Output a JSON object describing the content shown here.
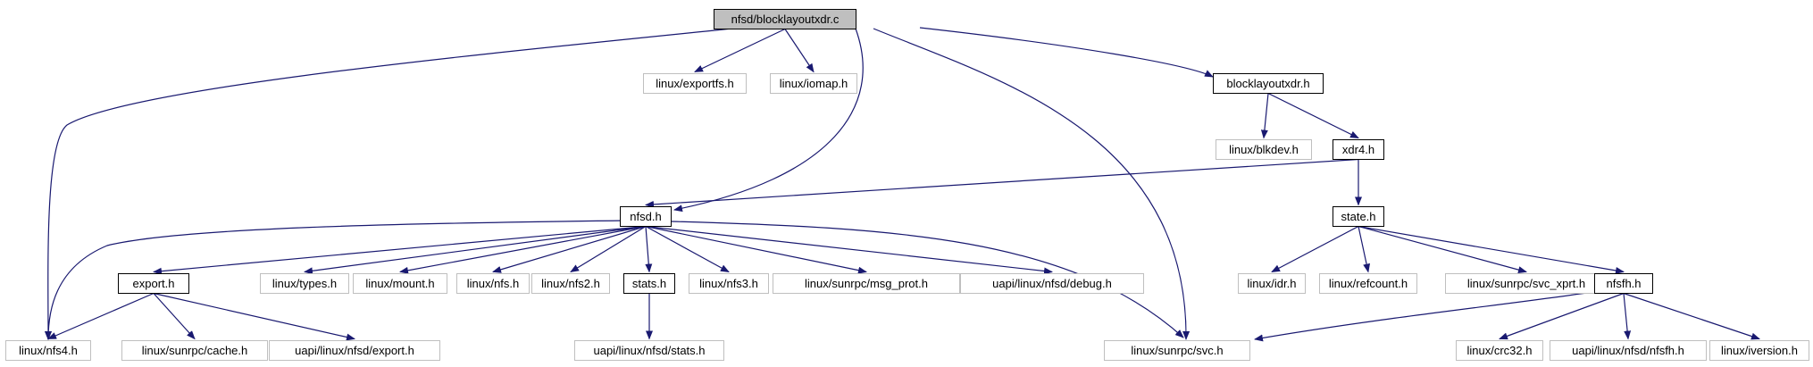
{
  "colors": {
    "edge": "#191970",
    "ext_border": "#bfbfbf",
    "root_fill": "#bfbfbf",
    "solid_border": "#000000"
  },
  "nodes": [
    {
      "id": "root",
      "label": "nfsd/blocklayoutxdr.c",
      "kind": "root"
    },
    {
      "id": "exportfs",
      "label": "linux/exportfs.h",
      "kind": "ext"
    },
    {
      "id": "iomap",
      "label": "linux/iomap.h",
      "kind": "ext"
    },
    {
      "id": "blocklayoutxdr_h",
      "label": "blocklayoutxdr.h",
      "kind": "solid"
    },
    {
      "id": "blkdev",
      "label": "linux/blkdev.h",
      "kind": "ext"
    },
    {
      "id": "xdr4",
      "label": "xdr4.h",
      "kind": "solid"
    },
    {
      "id": "nfsd_h",
      "label": "nfsd.h",
      "kind": "solid"
    },
    {
      "id": "state",
      "label": "state.h",
      "kind": "solid"
    },
    {
      "id": "export",
      "label": "export.h",
      "kind": "solid"
    },
    {
      "id": "types",
      "label": "linux/types.h",
      "kind": "ext"
    },
    {
      "id": "mount",
      "label": "linux/mount.h",
      "kind": "ext"
    },
    {
      "id": "nfs",
      "label": "linux/nfs.h",
      "kind": "ext"
    },
    {
      "id": "nfs2",
      "label": "linux/nfs2.h",
      "kind": "ext"
    },
    {
      "id": "stats",
      "label": "stats.h",
      "kind": "solid"
    },
    {
      "id": "nfs3",
      "label": "linux/nfs3.h",
      "kind": "ext"
    },
    {
      "id": "msgprot",
      "label": "linux/sunrpc/msg_prot.h",
      "kind": "ext"
    },
    {
      "id": "debug",
      "label": "uapi/linux/nfsd/debug.h",
      "kind": "ext"
    },
    {
      "id": "idr",
      "label": "linux/idr.h",
      "kind": "ext"
    },
    {
      "id": "refcount",
      "label": "linux/refcount.h",
      "kind": "ext"
    },
    {
      "id": "svcxprt",
      "label": "linux/sunrpc/svc_xprt.h",
      "kind": "ext"
    },
    {
      "id": "nfsfh",
      "label": "nfsfh.h",
      "kind": "solid"
    },
    {
      "id": "nfs4",
      "label": "linux/nfs4.h",
      "kind": "ext"
    },
    {
      "id": "cache",
      "label": "linux/sunrpc/cache.h",
      "kind": "ext"
    },
    {
      "id": "uexport",
      "label": "uapi/linux/nfsd/export.h",
      "kind": "ext"
    },
    {
      "id": "ustats",
      "label": "uapi/linux/nfsd/stats.h",
      "kind": "ext"
    },
    {
      "id": "svc",
      "label": "linux/sunrpc/svc.h",
      "kind": "ext"
    },
    {
      "id": "crc32",
      "label": "linux/crc32.h",
      "kind": "ext"
    },
    {
      "id": "unfsfh",
      "label": "uapi/linux/nfsd/nfsfh.h",
      "kind": "ext"
    },
    {
      "id": "iversion",
      "label": "linux/iversion.h",
      "kind": "ext"
    }
  ],
  "edges": [
    [
      "root",
      "nfs4"
    ],
    [
      "root",
      "exportfs"
    ],
    [
      "root",
      "iomap"
    ],
    [
      "root",
      "nfsd_h"
    ],
    [
      "root",
      "svc"
    ],
    [
      "root",
      "blocklayoutxdr_h"
    ],
    [
      "blocklayoutxdr_h",
      "blkdev"
    ],
    [
      "blocklayoutxdr_h",
      "xdr4"
    ],
    [
      "xdr4",
      "nfsd_h"
    ],
    [
      "xdr4",
      "state"
    ],
    [
      "nfsd_h",
      "nfs4"
    ],
    [
      "nfsd_h",
      "export"
    ],
    [
      "nfsd_h",
      "types"
    ],
    [
      "nfsd_h",
      "mount"
    ],
    [
      "nfsd_h",
      "nfs"
    ],
    [
      "nfsd_h",
      "nfs2"
    ],
    [
      "nfsd_h",
      "stats"
    ],
    [
      "nfsd_h",
      "nfs3"
    ],
    [
      "nfsd_h",
      "msgprot"
    ],
    [
      "nfsd_h",
      "debug"
    ],
    [
      "nfsd_h",
      "svc"
    ],
    [
      "export",
      "nfs4"
    ],
    [
      "export",
      "cache"
    ],
    [
      "export",
      "uexport"
    ],
    [
      "stats",
      "ustats"
    ],
    [
      "state",
      "idr"
    ],
    [
      "state",
      "refcount"
    ],
    [
      "state",
      "svcxprt"
    ],
    [
      "state",
      "nfsfh"
    ],
    [
      "nfsfh",
      "svc"
    ],
    [
      "nfsfh",
      "crc32"
    ],
    [
      "nfsfh",
      "unfsfh"
    ],
    [
      "nfsfh",
      "iversion"
    ]
  ]
}
